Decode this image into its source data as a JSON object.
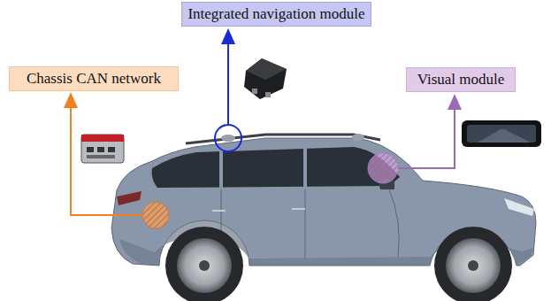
{
  "diagram": {
    "nodes": [
      {
        "text": [
          "Integrated navigation module"
        ]
      },
      {
        "text": [
          "Chassis CAN network"
        ]
      },
      {
        "text": [
          "Visual module"
        ]
      }
    ]
  }
}
